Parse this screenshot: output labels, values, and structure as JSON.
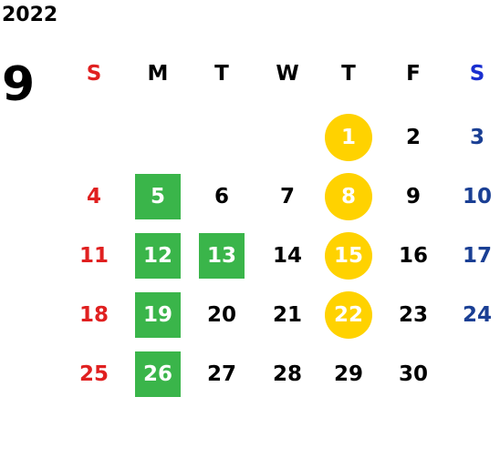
{
  "calendar": {
    "year": "2022",
    "month": "9",
    "weekdays": [
      {
        "label": "S",
        "kind": "sun"
      },
      {
        "label": "M",
        "kind": "plain"
      },
      {
        "label": "T",
        "kind": "plain"
      },
      {
        "label": "W",
        "kind": "plain"
      },
      {
        "label": "T",
        "kind": "plain"
      },
      {
        "label": "F",
        "kind": "plain"
      },
      {
        "label": "S",
        "kind": "sat"
      }
    ],
    "days": [
      {
        "day": "1",
        "col": 4,
        "row": 0,
        "kind": "plain",
        "highlight": "circle"
      },
      {
        "day": "2",
        "col": 5,
        "row": 0,
        "kind": "plain",
        "highlight": "none"
      },
      {
        "day": "3",
        "col": 6,
        "row": 0,
        "kind": "sat",
        "highlight": "none"
      },
      {
        "day": "4",
        "col": 0,
        "row": 1,
        "kind": "sun",
        "highlight": "none"
      },
      {
        "day": "5",
        "col": 1,
        "row": 1,
        "kind": "plain",
        "highlight": "square"
      },
      {
        "day": "6",
        "col": 2,
        "row": 1,
        "kind": "plain",
        "highlight": "none"
      },
      {
        "day": "7",
        "col": 3,
        "row": 1,
        "kind": "plain",
        "highlight": "none"
      },
      {
        "day": "8",
        "col": 4,
        "row": 1,
        "kind": "plain",
        "highlight": "circle"
      },
      {
        "day": "9",
        "col": 5,
        "row": 1,
        "kind": "plain",
        "highlight": "none"
      },
      {
        "day": "10",
        "col": 6,
        "row": 1,
        "kind": "sat",
        "highlight": "none"
      },
      {
        "day": "11",
        "col": 0,
        "row": 2,
        "kind": "sun",
        "highlight": "none"
      },
      {
        "day": "12",
        "col": 1,
        "row": 2,
        "kind": "plain",
        "highlight": "square"
      },
      {
        "day": "13",
        "col": 2,
        "row": 2,
        "kind": "plain",
        "highlight": "square"
      },
      {
        "day": "14",
        "col": 3,
        "row": 2,
        "kind": "plain",
        "highlight": "none"
      },
      {
        "day": "15",
        "col": 4,
        "row": 2,
        "kind": "plain",
        "highlight": "circle"
      },
      {
        "day": "16",
        "col": 5,
        "row": 2,
        "kind": "plain",
        "highlight": "none"
      },
      {
        "day": "17",
        "col": 6,
        "row": 2,
        "kind": "sat",
        "highlight": "none"
      },
      {
        "day": "18",
        "col": 0,
        "row": 3,
        "kind": "sun",
        "highlight": "none"
      },
      {
        "day": "19",
        "col": 1,
        "row": 3,
        "kind": "plain",
        "highlight": "square"
      },
      {
        "day": "20",
        "col": 2,
        "row": 3,
        "kind": "plain",
        "highlight": "none"
      },
      {
        "day": "21",
        "col": 3,
        "row": 3,
        "kind": "plain",
        "highlight": "none"
      },
      {
        "day": "22",
        "col": 4,
        "row": 3,
        "kind": "plain",
        "highlight": "circle"
      },
      {
        "day": "23",
        "col": 5,
        "row": 3,
        "kind": "plain",
        "highlight": "none"
      },
      {
        "day": "24",
        "col": 6,
        "row": 3,
        "kind": "sat",
        "highlight": "none"
      },
      {
        "day": "25",
        "col": 0,
        "row": 4,
        "kind": "sun",
        "highlight": "none"
      },
      {
        "day": "26",
        "col": 1,
        "row": 4,
        "kind": "plain",
        "highlight": "square"
      },
      {
        "day": "27",
        "col": 2,
        "row": 4,
        "kind": "plain",
        "highlight": "none"
      },
      {
        "day": "28",
        "col": 3,
        "row": 4,
        "kind": "plain",
        "highlight": "none"
      },
      {
        "day": "29",
        "col": 4,
        "row": 4,
        "kind": "plain",
        "highlight": "none"
      },
      {
        "day": "30",
        "col": 5,
        "row": 4,
        "kind": "plain",
        "highlight": "none"
      }
    ],
    "colors": {
      "sunday": "#e02020",
      "saturday": "#1a3f94",
      "saturday_header": "#1a2fd0",
      "circle_highlight": "#ffd200",
      "square_highlight": "#3ab54a",
      "plain": "#000000",
      "highlight_text": "#ffffff"
    }
  }
}
